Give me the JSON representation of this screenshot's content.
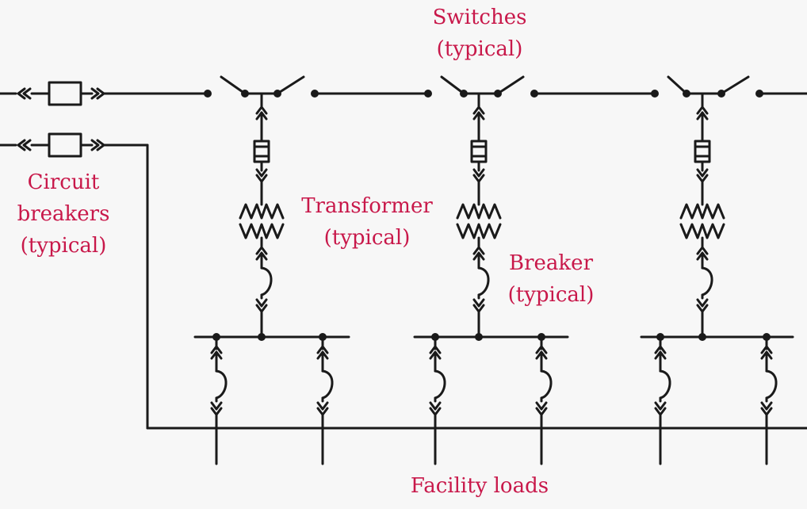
{
  "colors": {
    "wire": "#1a1a1a",
    "label": "#c8184a",
    "background": "#f7f7f7"
  },
  "labels": {
    "switches": [
      "Switches",
      "(typical)"
    ],
    "circuit_breakers": [
      "Circuit",
      "breakers",
      "(typical)"
    ],
    "transformer": [
      "Transformer",
      "(typical)"
    ],
    "breaker": [
      "Breaker",
      "(typical)"
    ],
    "facility_loads": "Facility loads"
  },
  "icons": [
    "drawout-breaker-icon",
    "open-switch-icon",
    "transformer-coil-icon",
    "fuse-icon"
  ]
}
